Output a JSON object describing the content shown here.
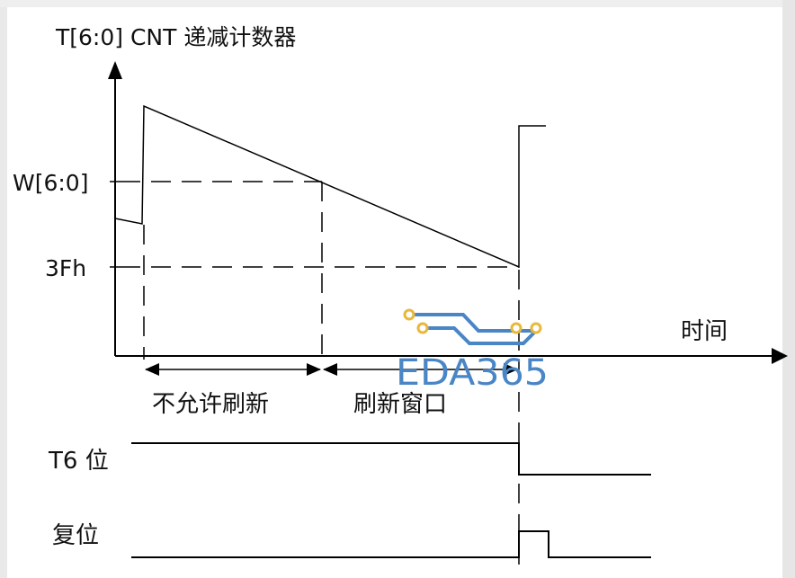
{
  "labels": {
    "y_axis_title": "T[6:0] CNT 递减计数器",
    "w_level": "W[6:0]",
    "level_3fh": "3Fh",
    "x_axis": "时间",
    "no_refresh": "不允许刷新",
    "refresh_window": "刷新窗口",
    "t6_bit": "T6 位",
    "reset": "复位"
  },
  "watermark": {
    "text": "EDA365",
    "color": "#4a86c5",
    "dot_color": "#e8b83a"
  }
}
